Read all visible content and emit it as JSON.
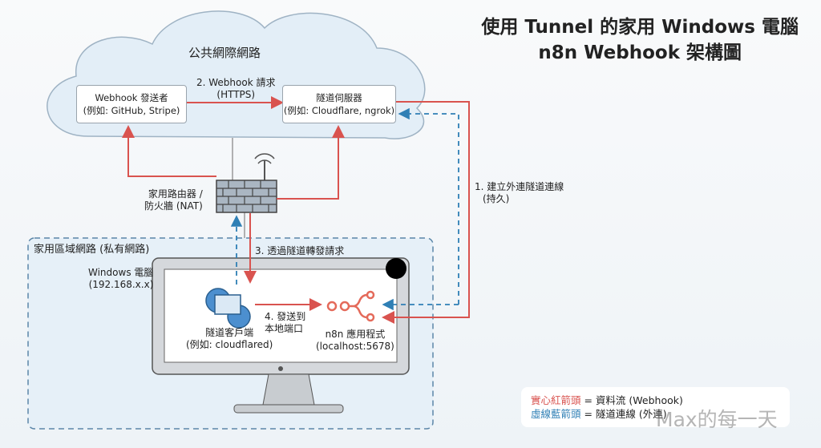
{
  "title": {
    "line1": "使用 Tunnel 的家用 Windows 電腦",
    "line2": "n8n Webhook 架構圖"
  },
  "cloud": {
    "label": "公共網際網路"
  },
  "sender": {
    "name": "Webhook 發送者",
    "example": "(例如: GitHub, Stripe)"
  },
  "tunnel_server": {
    "name": "隧道伺服器",
    "example": "(例如: Cloudflare, ngrok)"
  },
  "step2": {
    "line1": "2. Webhook 請求",
    "line2": "(HTTPS)"
  },
  "router": {
    "line1": "家用路由器 /",
    "line2": "防火牆 (NAT)"
  },
  "step1": {
    "line1": "1. 建立外連隧道連線",
    "line2": "(持久)"
  },
  "lan": {
    "label": "家用區域網路 (私有網路)"
  },
  "step3": {
    "label": "3. 透過隧道轉發請求"
  },
  "pc": {
    "line1": "Windows 電腦",
    "line2": "(192.168.x.x)"
  },
  "client": {
    "name": "隧道客戶端",
    "example": "(例如: cloudflared)"
  },
  "step4": {
    "line1": "4. 發送到",
    "line2": "本地端口"
  },
  "n8n": {
    "name": "n8n 應用程式",
    "example": "(localhost:5678)"
  },
  "legend": {
    "red_key": "實心紅箭頭",
    "red_val": " = 資料流 (Webhook)",
    "blue_key": "虛線藍箭頭",
    "blue_val": " = 隧道連線 (外連)"
  },
  "watermark": "Max的每一天",
  "colors": {
    "data_flow": "#d9534f",
    "tunnel": "#2f7fb5",
    "cloud": "#e3eef7",
    "lan": "#e6f0f8"
  }
}
